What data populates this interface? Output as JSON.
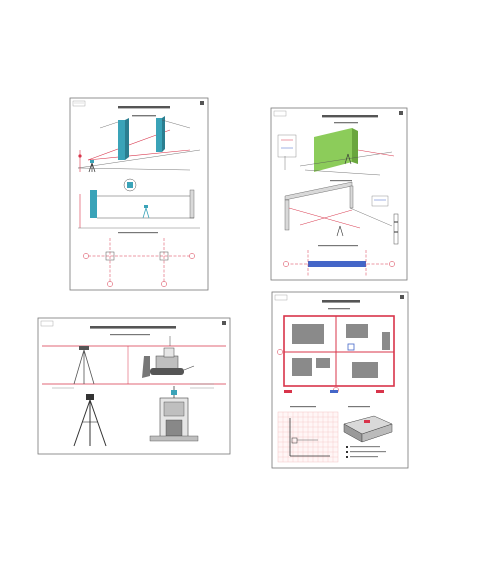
{
  "colors": {
    "paper": "#ffffff",
    "border": "#777777",
    "ink": "#333333",
    "red": "#d8344a",
    "teal": "#3aa3b8",
    "green": "#8ccc5a",
    "blue": "#4466c8",
    "grey_block": "#8a8a8a",
    "grid": "#f2b8b8"
  },
  "sheets": [
    {
      "id": "sheet-1",
      "subject": "column-survey-drawing"
    },
    {
      "id": "sheet-2",
      "subject": "wall-panel-survey-drawing"
    },
    {
      "id": "sheet-3",
      "subject": "leveling-instrument-drawing"
    },
    {
      "id": "sheet-4",
      "subject": "construction-grid-drawing"
    }
  ]
}
